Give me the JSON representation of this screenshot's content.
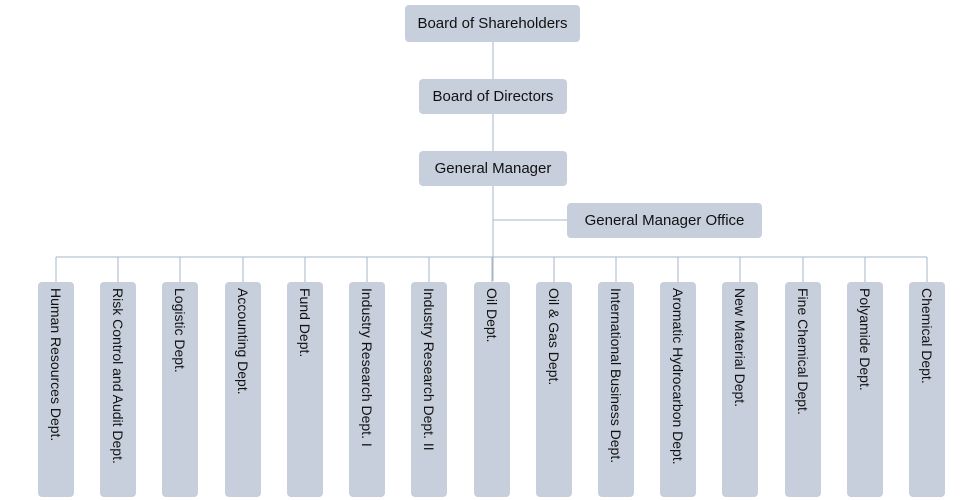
{
  "colors": {
    "box_bg": "#c7cfdc",
    "line": "#a6b4c8",
    "text": "#111111"
  },
  "org_chart": {
    "shareholders": "Board of Shareholders",
    "directors": "Board of Directors",
    "general_manager": "General Manager",
    "gm_office": "General Manager Office",
    "departments": [
      "Human Resources Dept.",
      "Risk Control and Audit Dept.",
      "Logistic Dept.",
      "Accounting Dept.",
      "Fund Dept.",
      "Industry Research Dept. I",
      "Industry Research Dept. II",
      "Oil Dept.",
      "Oil & Gas Dept.",
      "International Business Dept.",
      "Aromatic Hydrocarbon Dept.",
      "New Material Dept.",
      "Fine Chemical Dept.",
      "Polyamide Dept.",
      "Chemical Dept."
    ]
  }
}
